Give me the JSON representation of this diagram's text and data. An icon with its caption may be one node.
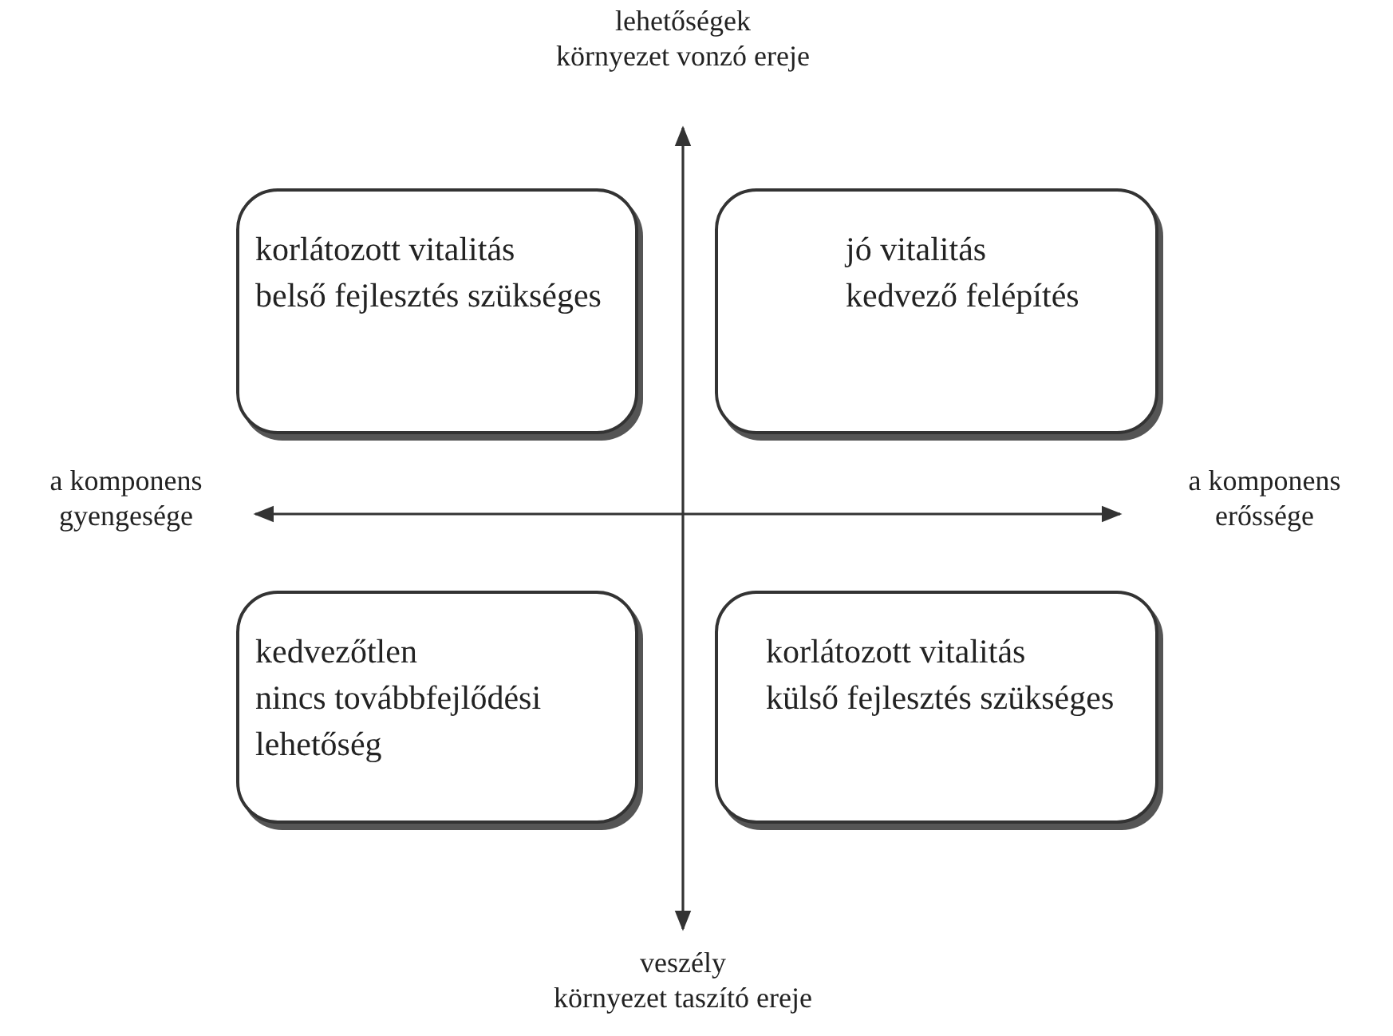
{
  "diagram": {
    "nodes": [
      {
        "text": [
          "korlátozott vitalitás",
          "belső fejlesztés szükséges"
        ]
      },
      {
        "text": [
          "jó vitalitás",
          "kedvező felépítés"
        ]
      },
      {
        "text": [
          "kedvezőtlen",
          "nincs továbbfejlődési lehetőség"
        ]
      },
      {
        "text": [
          "korlátozott vitalitás",
          "külső fejlesztés szükséges"
        ]
      }
    ],
    "edges": [],
    "labels": [
      "lehetőségek",
      "környezet vonzó ereje",
      "a komponens gyengesége",
      "a komponens erőssége",
      "veszély",
      "környezet taszító ereje"
    ]
  }
}
